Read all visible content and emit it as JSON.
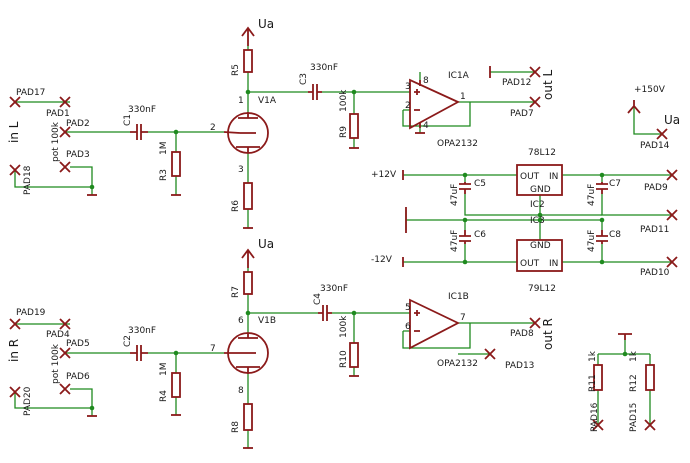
{
  "supply": {
    "ua": "Ua",
    "v150": "+150V",
    "v12p": "+12V",
    "v12n": "-12V"
  },
  "channels": {
    "left": "in L",
    "right": "in R",
    "out_left": "out L",
    "out_right": "out R"
  },
  "tubes": {
    "v1a": "V1A",
    "v1b": "V1B"
  },
  "opamps": {
    "ic1a": "IC1A",
    "ic1b": "IC1B",
    "part": "OPA2132"
  },
  "regs": {
    "pos": "78L12",
    "neg": "79L12",
    "ic2": "IC2",
    "ic3": "IC3",
    "out": "OUT",
    "in": "IN",
    "gnd": "GND"
  },
  "parts": {
    "r5": "R5",
    "r6": "R6",
    "r7": "R7",
    "r8": "R8",
    "r3": "R3",
    "r4": "R4",
    "r9": "R9",
    "r10": "R10",
    "r11": "R11",
    "r12": "R12",
    "c1": "C1",
    "c2": "C2",
    "c3": "C3",
    "c4": "C4",
    "c5": "C5",
    "c6": "C6",
    "c7": "C7",
    "c8": "C8"
  },
  "values": {
    "cap_330n": "330nF",
    "res_1m": "1M",
    "res_100k": "100k",
    "pot": "pot 100k",
    "cap_47u": "47uF",
    "res_1k": "1k"
  },
  "pins": {
    "p1": "1",
    "p2": "2",
    "p3": "3",
    "p4": "4",
    "p5": "5",
    "p6": "6",
    "p7": "7",
    "p8": "8"
  },
  "pads": {
    "pad1": "PAD1",
    "pad2": "PAD2",
    "pad3": "PAD3",
    "pad4": "PAD4",
    "pad5": "PAD5",
    "pad6": "PAD6",
    "pad7": "PAD7",
    "pad8": "PAD8",
    "pad9": "PAD9",
    "pad10": "PAD10",
    "pad11": "PAD11",
    "pad12": "PAD12",
    "pad13": "PAD13",
    "pad14": "PAD14",
    "pad15": "PAD15",
    "pad16": "PAD16",
    "pad17": "PAD17",
    "pad18": "PAD18",
    "pad19": "PAD19",
    "pad20": "PAD20"
  }
}
